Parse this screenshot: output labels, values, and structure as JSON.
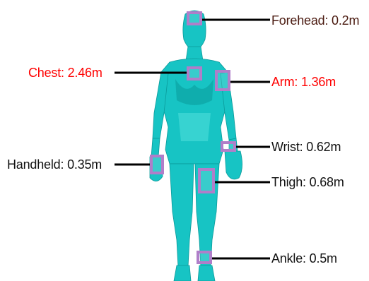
{
  "colors": {
    "body_fill": "#17c4c4",
    "body_shade": "#0a9a9a",
    "body_light": "#5fe6e3",
    "marker_stroke": "#b07ec9",
    "leader_line": "#000000",
    "label_default": "#111111",
    "label_highlight": "#ff0000",
    "forehead_label": "#4a1a10"
  },
  "labels": {
    "forehead": "Forehead: 0.2m",
    "chest": "Chest: 2.46m",
    "arm": "Arm: 1.36m",
    "wrist": "Wrist: 0.62m",
    "handheld": "Handheld: 0.35m",
    "thigh": "Thigh: 0.68m",
    "ankle": "Ankle: 0.5m"
  }
}
